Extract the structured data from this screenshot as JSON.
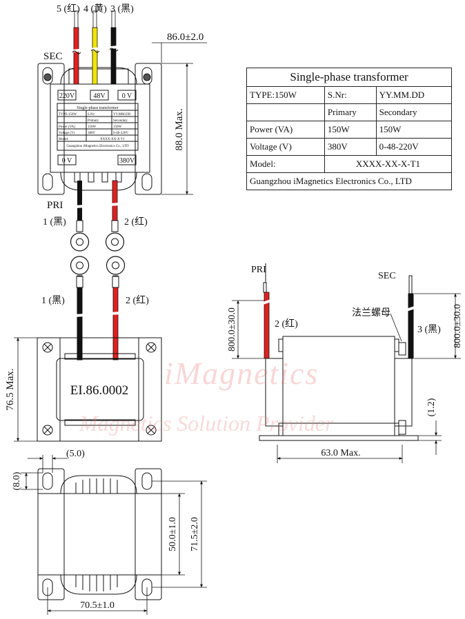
{
  "top_view": {
    "wire_labels_top": [
      "5 (红)",
      "4 (黄)",
      "3 (黑)"
    ],
    "sec_label": "SEC",
    "pri_label": "PRI",
    "width_dim": "86.0±2.0",
    "height_dim": "88.0 Max.",
    "top_terminals": [
      "220V",
      "48V",
      "0 V"
    ],
    "bottom_terminals": [
      "0 V",
      "380V"
    ],
    "wire_labels_bottom": [
      "1 (黑)",
      "2 (红)"
    ],
    "mini_label": {
      "title": "Single-phase transformer",
      "rows": [
        [
          "TYPE:150W",
          "S.Nr:",
          "YY.MM.DD"
        ],
        [
          "",
          "Primary",
          "Secondary"
        ],
        [
          "Power (VA)",
          "150W",
          "150W"
        ],
        [
          "Voltage (V)",
          "380V",
          "0-48-220V"
        ],
        [
          "Model:",
          "XXXX-XX-X-T1",
          ""
        ]
      ],
      "company": "Guangzhou iMagnetics Electronics Co., LTD"
    }
  },
  "spec_table": {
    "title": "Single-phase transformer",
    "type": "TYPE:150W",
    "snr": "S.Nr:",
    "date": "YY.MM.DD",
    "primary": "Primary",
    "secondary": "Secondary",
    "power_label": "Power (VA)",
    "power_pri": "150W",
    "power_sec": "150W",
    "voltage_label": "Voltage (V)",
    "voltage_pri": "380V",
    "voltage_sec": "0-48-220V",
    "model_label": "Model:",
    "model_value": "XXXX-XX-X-T1",
    "company": "Guangzhou iMagnetics Electronics Co., LTD"
  },
  "front_view": {
    "wire_labels": [
      "1 (黑)",
      "2 (红)"
    ],
    "height_dim": "76.5 Max.",
    "core_label": "EI.86.0002"
  },
  "side_view": {
    "pri_label": "PRI",
    "sec_label": "SEC",
    "wire_red_label": "2 (红)",
    "wire_black_label": "3 (黑)",
    "flange_nut": "法兰螺母",
    "lead_left_dim": "800.0±30.0",
    "lead_right_dim": "800.0±30.0",
    "thickness_dim": "(1.2)",
    "depth_dim": "63.0 Max."
  },
  "bottom_view": {
    "slot_w": "(5.0)",
    "slot_h": "(8.0)",
    "inner_dim": "50.0±1.0",
    "outer_dim": "71.5±2.0",
    "width_dim": "70.5±1.0"
  },
  "watermark": {
    "brand": "iMagnetics",
    "slogan": "Magnetics Solution Provider"
  },
  "colors": {
    "red": "#e02020",
    "yellow": "#f3e400",
    "black": "#111111"
  }
}
